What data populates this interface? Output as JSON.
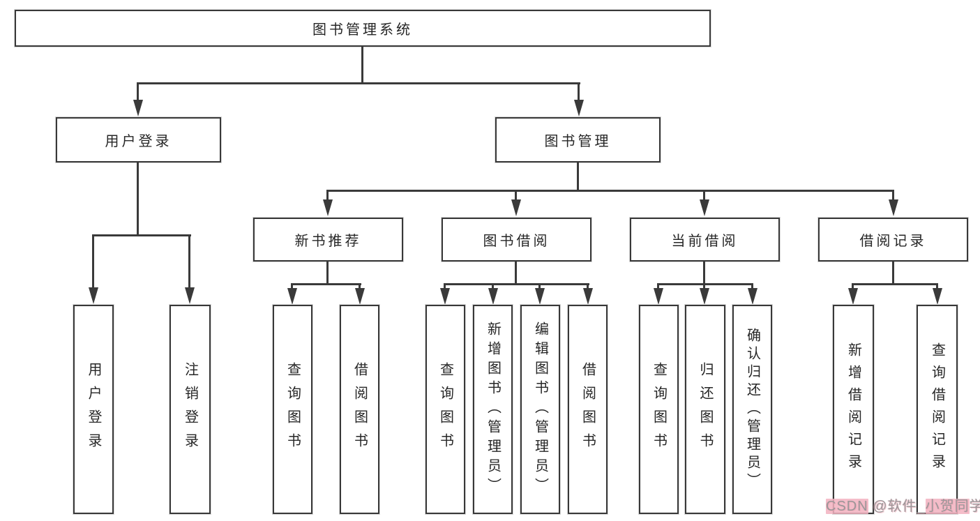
{
  "colors": {
    "background": "#ffffff",
    "line": "#3a3a3a",
    "box_border": "#383838",
    "box_halo": "#d9d9d9",
    "text": "#262626",
    "watermark_text": "#9b9799",
    "watermark_highlight": "#f2b2c0"
  },
  "diagram": {
    "root": {
      "label": "图书管理系统",
      "children": [
        {
          "label": "用户登录",
          "children": [
            {
              "label": "用户登录"
            },
            {
              "label": "注销登录"
            }
          ]
        },
        {
          "label": "图书管理",
          "children": [
            {
              "label": "新书推荐",
              "children": [
                {
                  "label": "查询图书"
                },
                {
                  "label": "借阅图书"
                }
              ]
            },
            {
              "label": "图书借阅",
              "children": [
                {
                  "label": "查询图书"
                },
                {
                  "label": "新增图书（管理员）"
                },
                {
                  "label": "编辑图书（管理员）"
                },
                {
                  "label": "借阅图书"
                }
              ]
            },
            {
              "label": "当前借阅",
              "children": [
                {
                  "label": "查询图书"
                },
                {
                  "label": "归还图书"
                },
                {
                  "label": "确认归还（管理员）"
                }
              ]
            },
            {
              "label": "借阅记录",
              "children": [
                {
                  "label": "新增借阅记录"
                },
                {
                  "label": "查询借阅记录"
                }
              ]
            }
          ]
        }
      ]
    }
  },
  "watermark": {
    "part1": "CSDN",
    "part2": " @软件_",
    "part3": "小贺同",
    "part4": "学"
  }
}
